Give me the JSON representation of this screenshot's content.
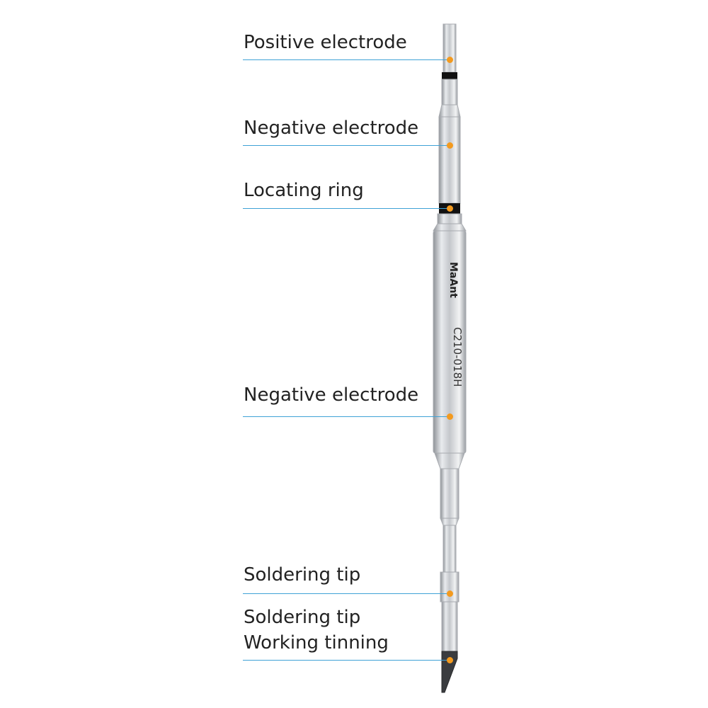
{
  "colors": {
    "leader_line": "#3fa2d6",
    "dot": "#f39a1e",
    "ring": "#111111",
    "metal": "#c9ccd0"
  },
  "labels": [
    {
      "text": "Positive electrode"
    },
    {
      "text": "Negative electrode"
    },
    {
      "text": "Locating ring"
    },
    {
      "text": "Negative electrode"
    },
    {
      "text": "Soldering tip"
    },
    {
      "text": "Soldering tip",
      "text2": "Working tinning"
    }
  ],
  "tip": {
    "brand": "MaAnt",
    "model": "C210-018H"
  }
}
